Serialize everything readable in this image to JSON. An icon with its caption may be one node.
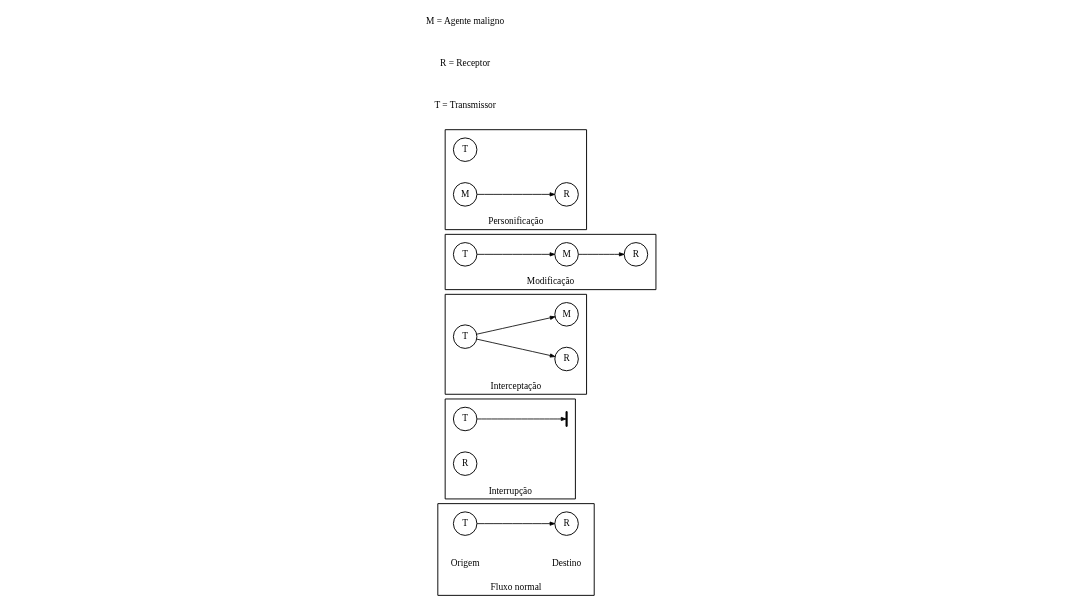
{
  "diagram": {
    "nodes": [
      {
        "text": [
          "Fluxo normal"
        ]
      },
      {
        "text": [
          "T"
        ],
        "in": 0,
        "beside": [
          "Origem"
        ]
      },
      {
        "text": [
          "R"
        ],
        "in": 0,
        "beside": [
          "Destino"
        ]
      },
      {
        "text": [
          "Interrupção"
        ]
      },
      {
        "text": [
          "T"
        ],
        "in": 3
      },
      {
        "text": [],
        "shape": "bar",
        "in": 3
      },
      {
        "text": [
          "R"
        ],
        "in": 3
      },
      {
        "text": [
          "Interceptação"
        ]
      },
      {
        "text": [
          "T"
        ],
        "in": 7
      },
      {
        "text": [
          "R"
        ],
        "in": 7
      },
      {
        "text": [
          "M"
        ],
        "in": 7
      },
      {
        "text": [
          "Modificação"
        ]
      },
      {
        "text": [
          "T"
        ],
        "in": 11
      },
      {
        "text": [
          "M"
        ],
        "in": 11
      },
      {
        "text": [
          "R"
        ],
        "in": 11
      },
      {
        "text": [
          "Personificação"
        ]
      },
      {
        "text": [
          "T"
        ],
        "in": 15
      },
      {
        "text": [
          "M"
        ],
        "in": 15
      },
      {
        "text": [
          "R"
        ],
        "in": 15
      }
    ],
    "edges": [
      {
        "from": 1,
        "to": 2,
        "arrow": "to"
      },
      {
        "from": 4,
        "to": 5,
        "arrow": "to"
      },
      {
        "from": 8,
        "to": 9,
        "arrow": "to"
      },
      {
        "from": 8,
        "to": 10,
        "arrow": "to"
      },
      {
        "from": 12,
        "to": 13,
        "arrow": "to"
      },
      {
        "from": 13,
        "to": 14,
        "arrow": "to"
      },
      {
        "from": 17,
        "to": 18,
        "arrow": "to"
      }
    ],
    "labels": [
      "T = Transmissor",
      "R = Receptor",
      "M = Agente maligno"
    ]
  }
}
